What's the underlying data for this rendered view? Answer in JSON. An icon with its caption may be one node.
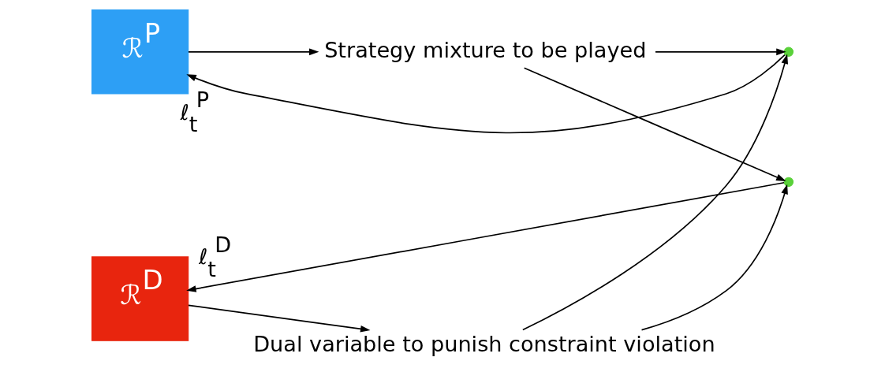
{
  "diagram": {
    "nodes": [
      {
        "text": [
          "ℛ$^{P}$"
        ]
      },
      {
        "text": [
          "Strategy mixture to be played"
        ]
      },
      {
        "text": [],
        "shape": "circle"
      },
      {
        "text": [],
        "shape": "circle"
      },
      {
        "text": [
          "ℛ$^{D}$"
        ]
      },
      {
        "text": [
          "Dual variable to punish constraint violation"
        ]
      }
    ],
    "edges": [
      {
        "from": 0,
        "to": 1,
        "arrow": "to"
      },
      {
        "from": 1,
        "to": 2,
        "arrow": "to"
      },
      {
        "from": 1,
        "to": 3,
        "arrow": "to"
      },
      {
        "from": 5,
        "to": 2,
        "arrow": "to"
      },
      {
        "from": 5,
        "to": 3,
        "arrow": "to"
      },
      {
        "from": 2,
        "to": 0,
        "arrow": "to",
        "label": "ℓ$_{t}$$^{P}$"
      },
      {
        "from": 3,
        "to": 4,
        "arrow": "to",
        "label": "ℓ$_{t}$$^{D}$"
      },
      {
        "from": 4,
        "to": 5,
        "arrow": "to"
      }
    ]
  }
}
